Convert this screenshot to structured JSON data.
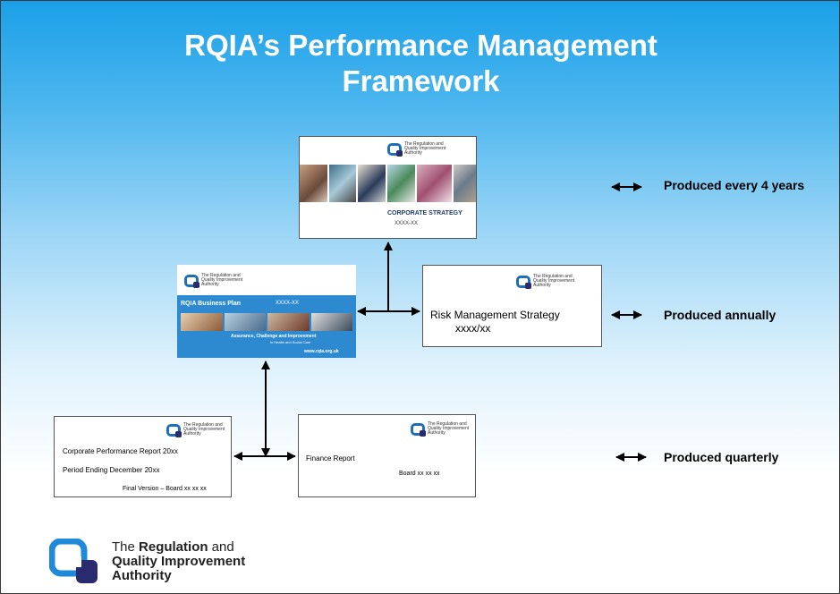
{
  "title_line1": "RQIA’s Performance Management",
  "title_line2": "Framework",
  "corporate_strategy": {
    "logo_text": "The Regulation and Quality Improvement Authority",
    "heading": "CORPORATE STRATEGY",
    "years": "XXXX-XX"
  },
  "business_plan": {
    "logo_text": "The Regulation and Quality Improvement Authority",
    "heading": "RQIA Business Plan",
    "years": "XXXX-XX",
    "tagline": "Assurance, Challenge and Improvement",
    "tagline2": "in Health and Social Care",
    "url": "www.rqia.org.uk"
  },
  "risk_strategy": {
    "logo_text": "The Regulation and Quality Improvement Authority",
    "line1": "Risk Management Strategy",
    "line2": "xxxx/xx"
  },
  "corporate_report": {
    "logo_text": "The Regulation and Quality Improvement Authority",
    "line1": "Corporate Performance Report 20xx",
    "line2": "Period Ending December 20xx",
    "line3": "Final Version – Board xx xx xx"
  },
  "finance_report": {
    "logo_text": "The Regulation and Quality Improvement Authority",
    "line1": "Finance Report",
    "line2": "Board xx xx xx"
  },
  "labels": {
    "every_4_years": "Produced every 4 years",
    "annually": "Produced annually",
    "quarterly": "Produced quarterly"
  },
  "footer_logo": {
    "line1_a": "The ",
    "line1_b": "Regulation",
    "line1_c": " and",
    "line2": "Quality Improvement",
    "line3": "Authority"
  }
}
